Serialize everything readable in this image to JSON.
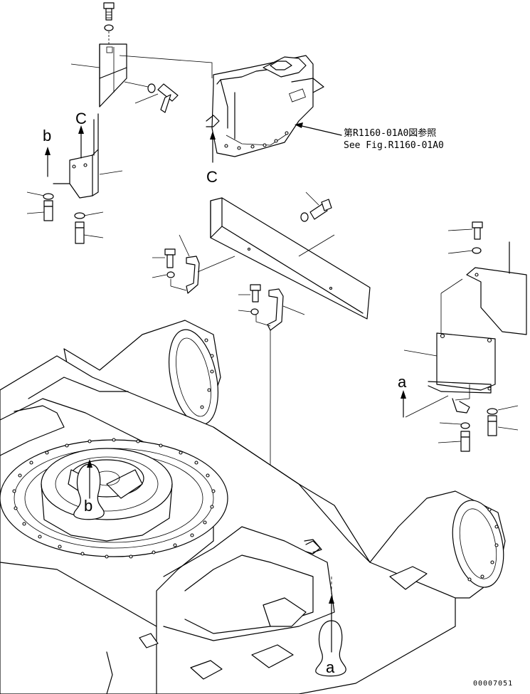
{
  "reference": {
    "line1": "第R1160-01A0図参照",
    "line2": "See Fig.R1160-01A0"
  },
  "view_markers": {
    "a_bottom": "a",
    "a_right": "a",
    "b_left": "b",
    "b_center": "b",
    "c_left": "C",
    "c_right": "C"
  },
  "document_number": "00007051"
}
